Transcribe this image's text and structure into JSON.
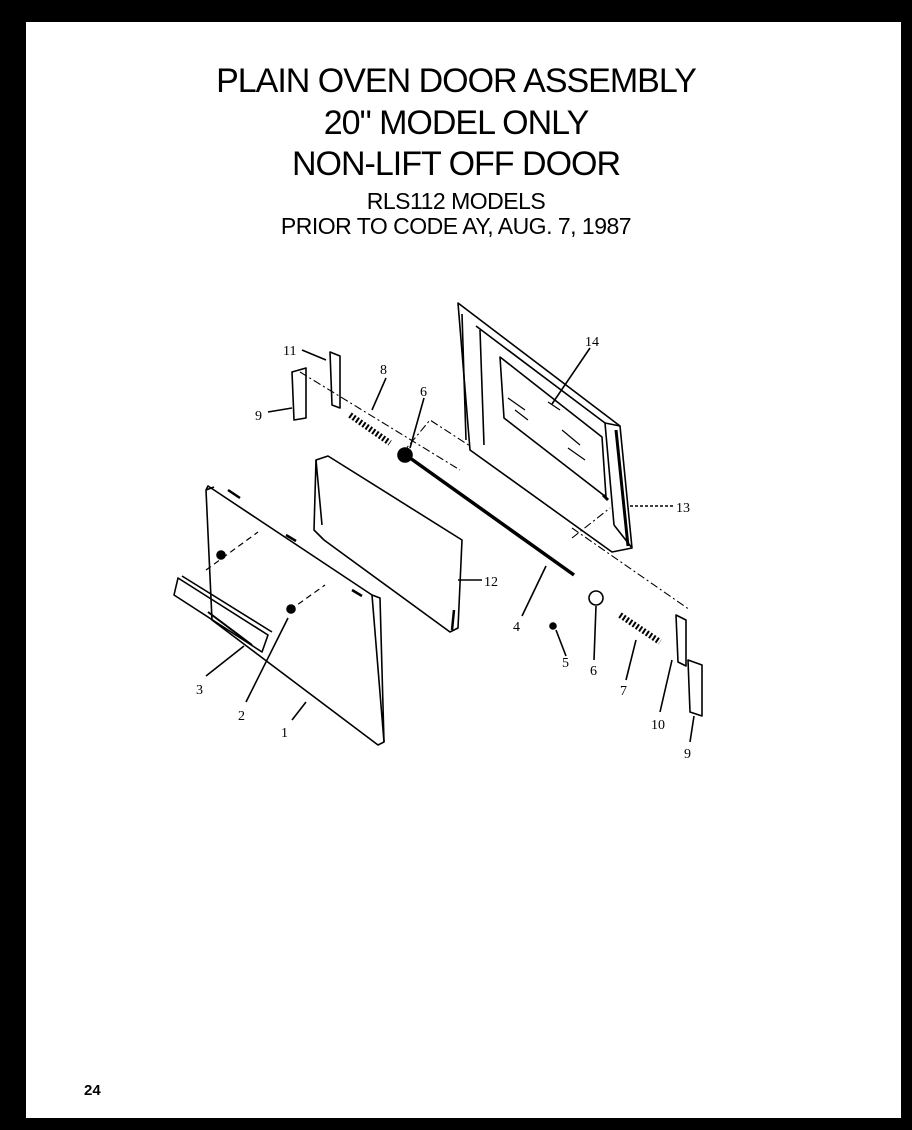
{
  "title": {
    "line1": "PLAIN OVEN DOOR ASSEMBLY",
    "line2": "20\" MODEL ONLY",
    "line3": "NON-LIFT OFF DOOR",
    "line4": "RLS112 MODELS",
    "line5": "PRIOR TO CODE AY, AUG. 7, 1987"
  },
  "callouts": {
    "c1": "1",
    "c2": "2",
    "c3": "3",
    "c4": "4",
    "c5": "5",
    "c6a": "6",
    "c6b": "6",
    "c7": "7",
    "c8": "8",
    "c9a": "9",
    "c9b": "9",
    "c10": "10",
    "c11": "11",
    "c12": "12",
    "c13": "13",
    "c14": "14"
  },
  "page_number": "24"
}
